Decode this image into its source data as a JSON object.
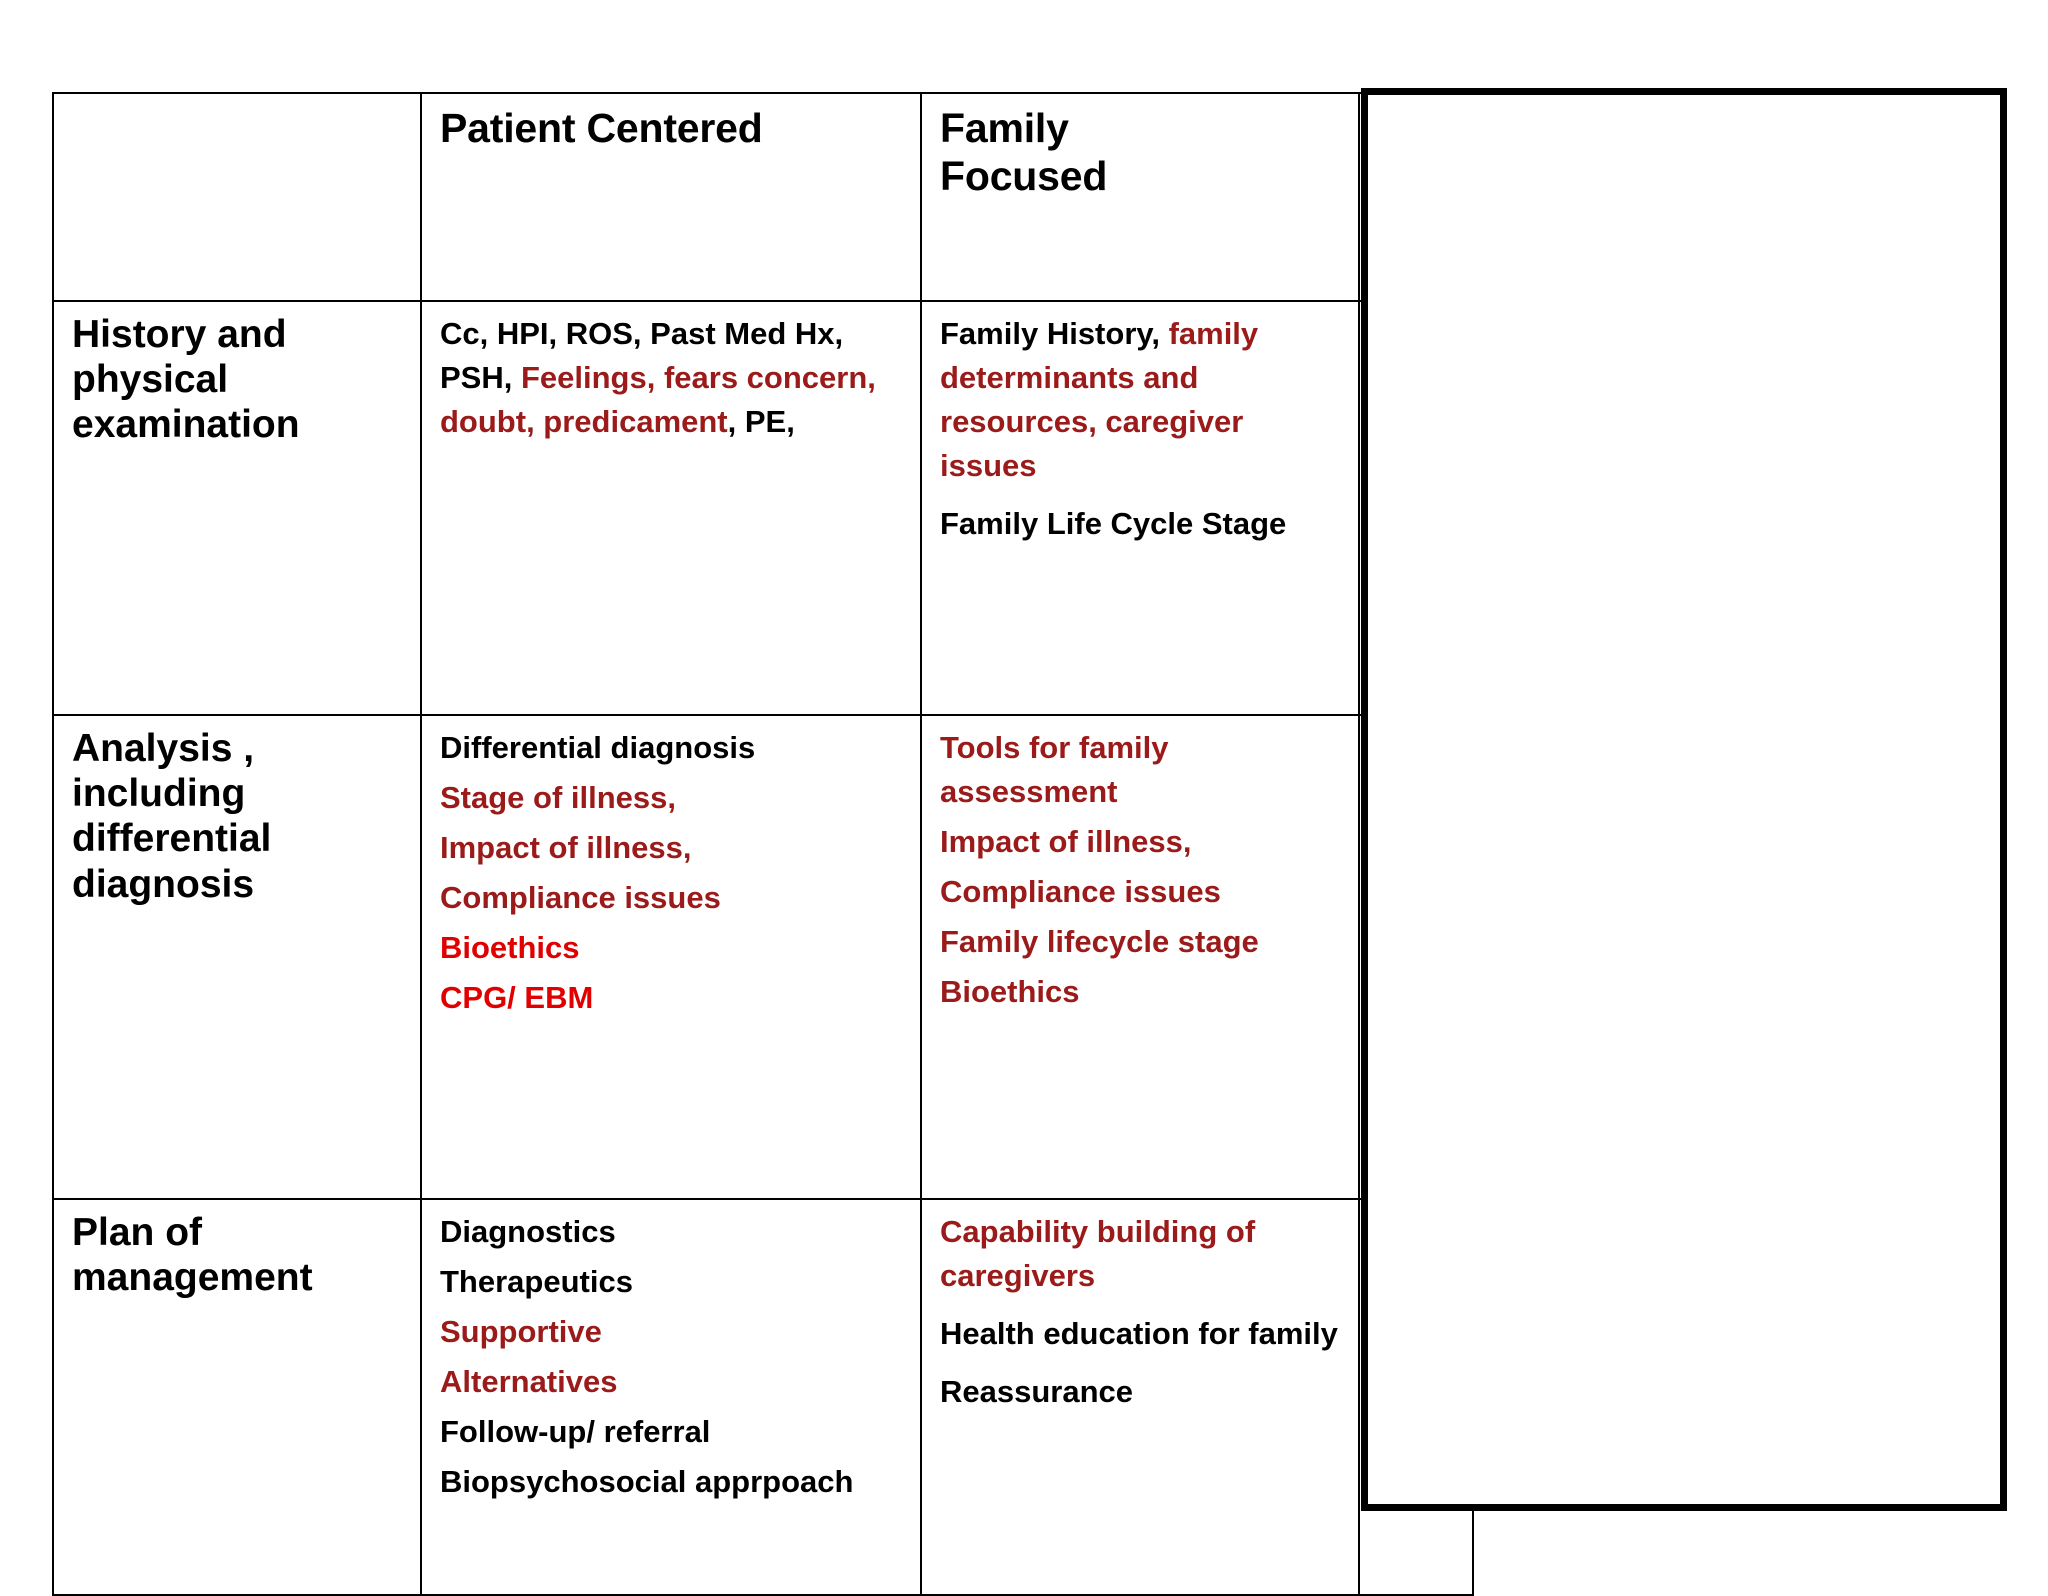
{
  "slide": {
    "background_color": "#FFFFFF",
    "accent_colors": {
      "text_black": "#000000",
      "highlight_maroon": "#9B1A1A",
      "highlight_red": "#E00000",
      "border_black": "#000000"
    }
  },
  "table": {
    "corner_header": "",
    "column_headers": {
      "patient": "Patient Centered",
      "family_line1": "Family",
      "family_line2": "Focused"
    },
    "rows": [
      {
        "aspect": "History and physical examination",
        "patient_centered": [
          {
            "segments": [
              {
                "text": "Cc, HPI, ROS, Past Med Hx, PSH, ",
                "color": "black"
              },
              {
                "text": "Feelings, fears concern, doubt, predicament",
                "color": "maroon"
              },
              {
                "text": ", PE,",
                "color": "black"
              }
            ]
          }
        ],
        "family_focused": [
          {
            "segments": [
              {
                "text": "Family History, ",
                "color": "black"
              },
              {
                "text": "family determinants and resources, caregiver issues",
                "color": "maroon"
              }
            ]
          },
          {
            "segments": [
              {
                "text": "Family Life Cycle Stage",
                "color": "black"
              }
            ]
          }
        ]
      },
      {
        "aspect": "Analysis , including differential diagnosis",
        "patient_centered": [
          {
            "segments": [
              {
                "text": "Differential diagnosis",
                "color": "black"
              }
            ]
          },
          {
            "segments": [
              {
                "text": "Stage of illness,",
                "color": "maroon"
              }
            ]
          },
          {
            "segments": [
              {
                "text": "Impact of illness,",
                "color": "maroon"
              }
            ]
          },
          {
            "segments": [
              {
                "text": "Compliance issues",
                "color": "maroon"
              }
            ]
          },
          {
            "segments": [
              {
                "text": "Bioethics",
                "color": "red"
              }
            ]
          },
          {
            "segments": [
              {
                "text": "CPG/ EBM",
                "color": "red"
              }
            ]
          }
        ],
        "family_focused": [
          {
            "segments": [
              {
                "text": "Tools for family assessment",
                "color": "maroon"
              }
            ]
          },
          {
            "segments": [
              {
                "text": "Impact of illness,",
                "color": "maroon"
              }
            ]
          },
          {
            "segments": [
              {
                "text": "Compliance issues",
                "color": "maroon"
              }
            ]
          },
          {
            "segments": [
              {
                "text": "Family lifecycle  stage",
                "color": "maroon"
              }
            ]
          },
          {
            "segments": [
              {
                "text": "Bioethics",
                "color": "maroon"
              }
            ]
          }
        ]
      },
      {
        "aspect": "Plan of management",
        "patient_centered": [
          {
            "segments": [
              {
                "text": "Diagnostics",
                "color": "black"
              }
            ]
          },
          {
            "segments": [
              {
                "text": "Therapeutics",
                "color": "black"
              }
            ]
          },
          {
            "segments": [
              {
                "text": "Supportive",
                "color": "maroon"
              }
            ]
          },
          {
            "segments": [
              {
                "text": "Alternatives",
                "color": "maroon"
              }
            ]
          },
          {
            "segments": [
              {
                "text": "Follow-up/ referral",
                "color": "black"
              }
            ]
          },
          {
            "segments": [
              {
                "text": "Biopsychosocial apprpoach",
                "color": "black"
              }
            ]
          }
        ],
        "family_focused": [
          {
            "segments": [
              {
                "text": "Capability building of caregivers",
                "color": "maroon"
              }
            ]
          },
          {
            "segments": [
              {
                "text": "Health education for family",
                "color": "black"
              }
            ]
          },
          {
            "segments": [
              {
                "text": "Reassurance",
                "color": "black"
              }
            ]
          }
        ]
      }
    ]
  },
  "overlay": {
    "label": "blank-white-panel",
    "content": "",
    "clipped_text_above": ""
  }
}
